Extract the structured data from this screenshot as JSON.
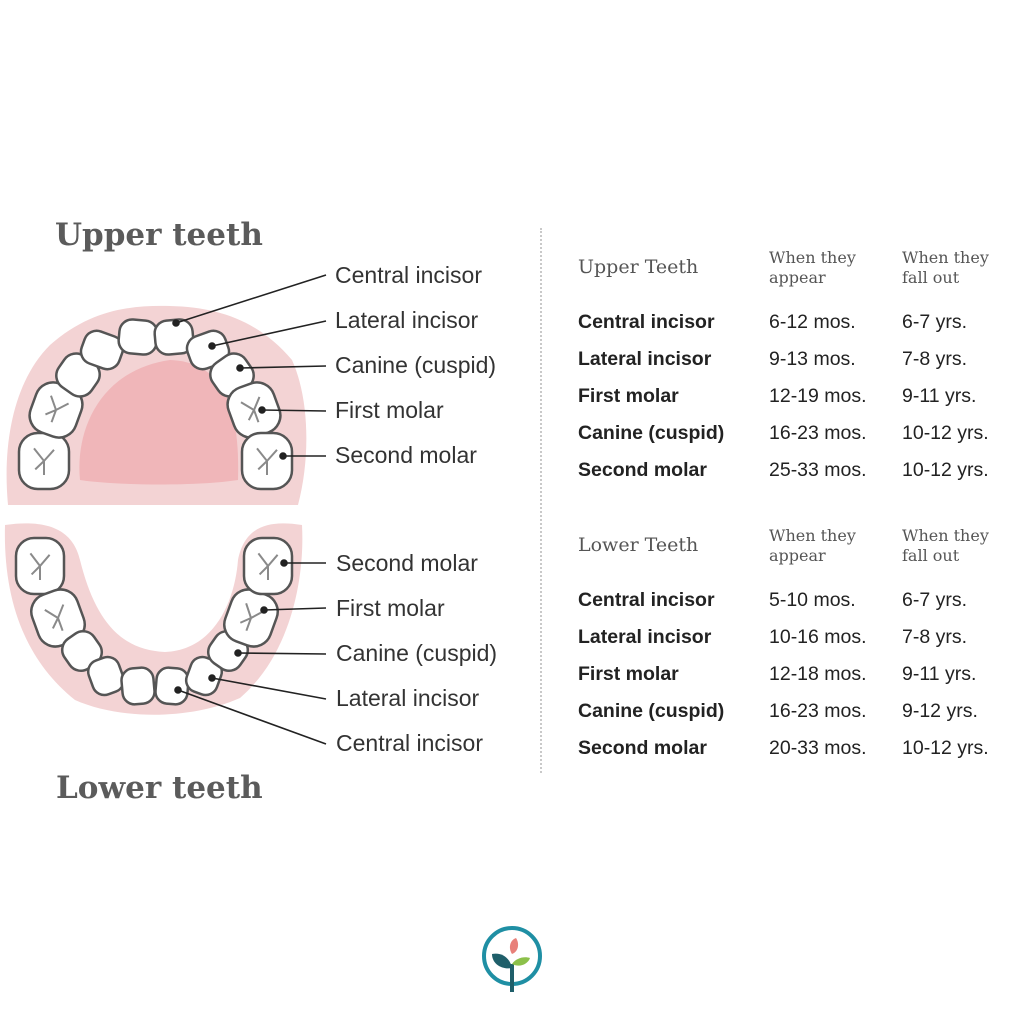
{
  "diagram": {
    "upper_heading": "Upper teeth",
    "lower_heading": "Lower teeth",
    "upper_labels": [
      "Central incisor",
      "Lateral incisor",
      "Canine (cuspid)",
      "First molar",
      "Second molar"
    ],
    "lower_labels": [
      "Second molar",
      "First molar",
      "Canine (cuspid)",
      "Lateral incisor",
      "Central incisor"
    ]
  },
  "upper_table": {
    "title": "Upper Teeth",
    "col_appear": "When they appear",
    "col_fall": "When they fall out",
    "rows": [
      {
        "name": "Central incisor",
        "appear": "6-12 mos.",
        "fall": "6-7 yrs."
      },
      {
        "name": "Lateral incisor",
        "appear": "9-13 mos.",
        "fall": "7-8 yrs."
      },
      {
        "name": "First molar",
        "appear": "12-19 mos.",
        "fall": "9-11 yrs."
      },
      {
        "name": "Canine (cuspid)",
        "appear": "16-23 mos.",
        "fall": "10-12 yrs."
      },
      {
        "name": "Second molar",
        "appear": "25-33 mos.",
        "fall": "10-12 yrs."
      }
    ]
  },
  "lower_table": {
    "title": "Lower Teeth",
    "col_appear": "When they appear",
    "col_fall": "When they fall out",
    "rows": [
      {
        "name": "Central incisor",
        "appear": "5-10 mos.",
        "fall": "6-7 yrs."
      },
      {
        "name": "Lateral incisor",
        "appear": "10-16 mos.",
        "fall": "7-8 yrs."
      },
      {
        "name": "First molar",
        "appear": "12-18 mos.",
        "fall": "9-11 yrs."
      },
      {
        "name": "Canine (cuspid)",
        "appear": "16-23 mos.",
        "fall": "9-12 yrs."
      },
      {
        "name": "Second molar",
        "appear": "20-33 mos.",
        "fall": "10-12 yrs."
      }
    ]
  },
  "colors": {
    "gum": "#f3d3d4",
    "palate": "#f0b6b9",
    "tooth_fill": "#ffffff",
    "tooth_stroke": "#555555",
    "heading": "#5b5b5b",
    "logo_teal": "#1f8fa4"
  },
  "logo": {
    "icon": "sprout-icon"
  }
}
